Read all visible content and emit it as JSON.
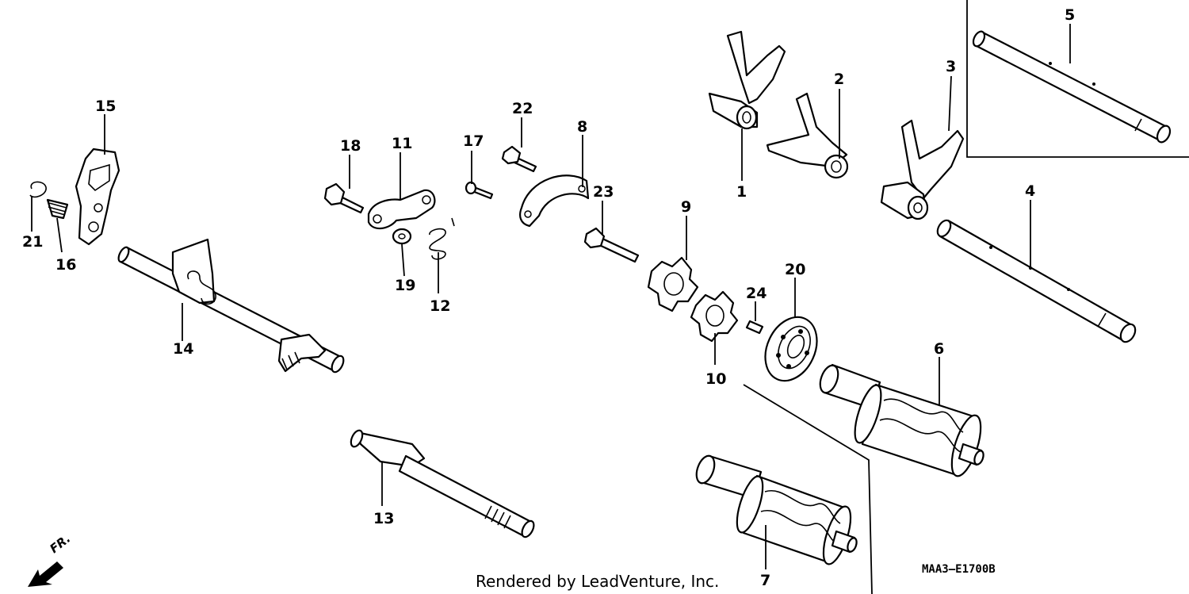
{
  "callouts": [
    {
      "id": "1",
      "label": "1"
    },
    {
      "id": "2",
      "label": "2"
    },
    {
      "id": "3",
      "label": "3"
    },
    {
      "id": "4",
      "label": "4"
    },
    {
      "id": "5",
      "label": "5"
    },
    {
      "id": "6",
      "label": "6"
    },
    {
      "id": "7",
      "label": "7"
    },
    {
      "id": "8",
      "label": "8"
    },
    {
      "id": "9",
      "label": "9"
    },
    {
      "id": "10",
      "label": "10"
    },
    {
      "id": "11",
      "label": "11"
    },
    {
      "id": "12",
      "label": "12"
    },
    {
      "id": "13",
      "label": "13"
    },
    {
      "id": "14",
      "label": "14"
    },
    {
      "id": "15",
      "label": "15"
    },
    {
      "id": "16",
      "label": "16"
    },
    {
      "id": "17",
      "label": "17"
    },
    {
      "id": "18",
      "label": "18"
    },
    {
      "id": "19",
      "label": "19"
    },
    {
      "id": "20",
      "label": "20"
    },
    {
      "id": "21",
      "label": "21"
    },
    {
      "id": "22",
      "label": "22"
    },
    {
      "id": "23",
      "label": "23"
    },
    {
      "id": "24",
      "label": "24"
    }
  ],
  "front_indicator": "FR.",
  "diagram_code": "MAA3–E1700B",
  "credit": "Rendered by LeadVenture, Inc."
}
